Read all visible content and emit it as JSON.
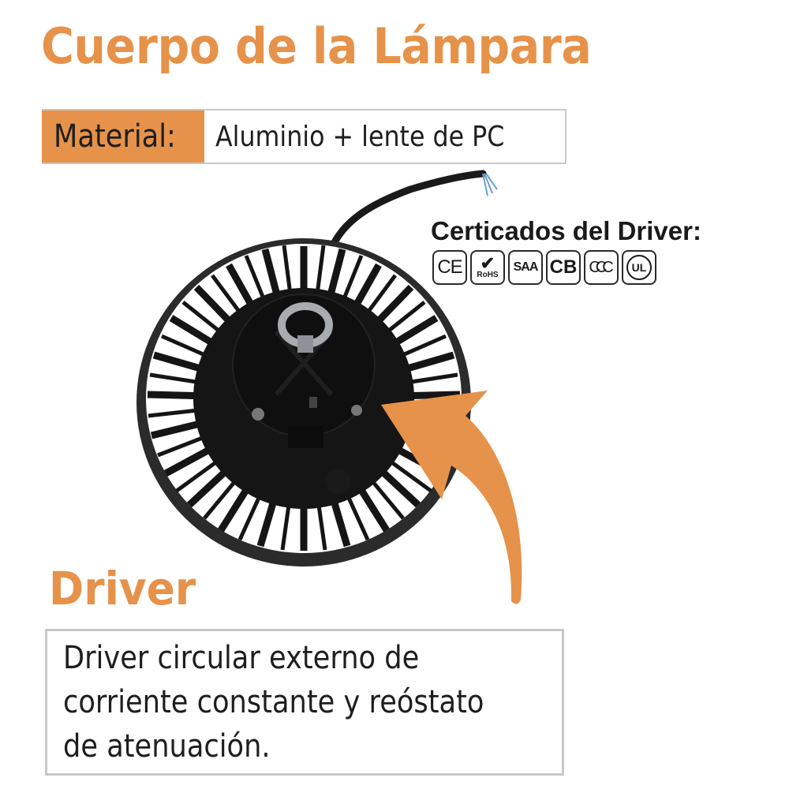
{
  "header": {
    "title": "Cuerpo de la Lámpara"
  },
  "material": {
    "label": "Material:",
    "value": "Aluminio + lente de PC"
  },
  "certificates": {
    "title": "Certicados del Driver:",
    "badges": [
      {
        "name": "ce-icon",
        "text": "CE"
      },
      {
        "name": "rohs-icon",
        "text": "RoHS",
        "glyph": "✔"
      },
      {
        "name": "saa-icon",
        "text": "SAA"
      },
      {
        "name": "cb-icon",
        "text": "CB"
      },
      {
        "name": "ccc-icon",
        "text": "CCC"
      },
      {
        "name": "ul-icon",
        "text": "UL"
      }
    ]
  },
  "image": {
    "description": "Black circular UFO LED high bay lamp body with radial heat-sink fins, eye bolt hanger, and power cable",
    "arrow_color": "#e6924a"
  },
  "driver": {
    "title": "Driver",
    "description_lines": [
      "Driver circular externo de",
      "corriente constante y reóstato",
      "de atenuación."
    ]
  },
  "colors": {
    "accent": "#e6924a",
    "text": "#1e1e1e",
    "border": "#c8c8c8"
  }
}
